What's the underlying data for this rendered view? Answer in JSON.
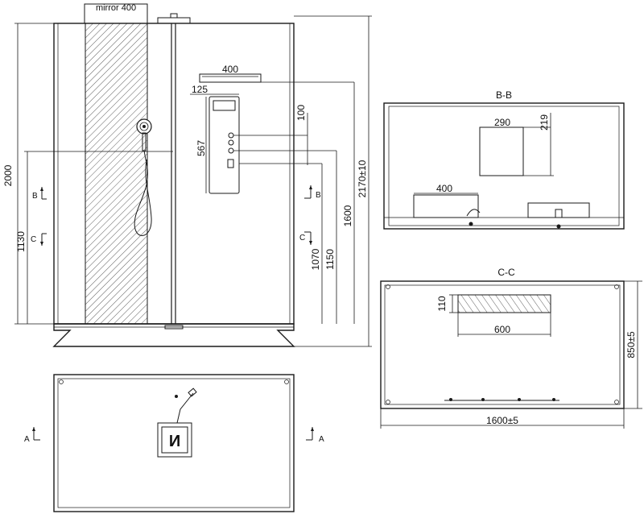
{
  "front_view": {
    "mirror_label": "mirror 400",
    "dim_height_2000": "2000",
    "dim_1130": "1130",
    "dim_400": "400",
    "dim_125": "125",
    "dim_567": "567",
    "dim_100": "100",
    "dim_1070": "1070",
    "dim_1150": "1150",
    "dim_1600": "1600",
    "dim_total": "2170±10",
    "mark_b": "B",
    "mark_c": "C"
  },
  "section_bb": {
    "title": "B-B",
    "dim_290": "290",
    "dim_219": "219",
    "dim_400": "400"
  },
  "section_cc": {
    "title": "C-C",
    "dim_110": "110",
    "dim_600": "600",
    "dim_depth": "850±5",
    "dim_width": "1600±5"
  },
  "plan_view": {
    "mark_a": "A"
  },
  "colors": {
    "line": "#1a1a1a",
    "background": "#ffffff"
  }
}
